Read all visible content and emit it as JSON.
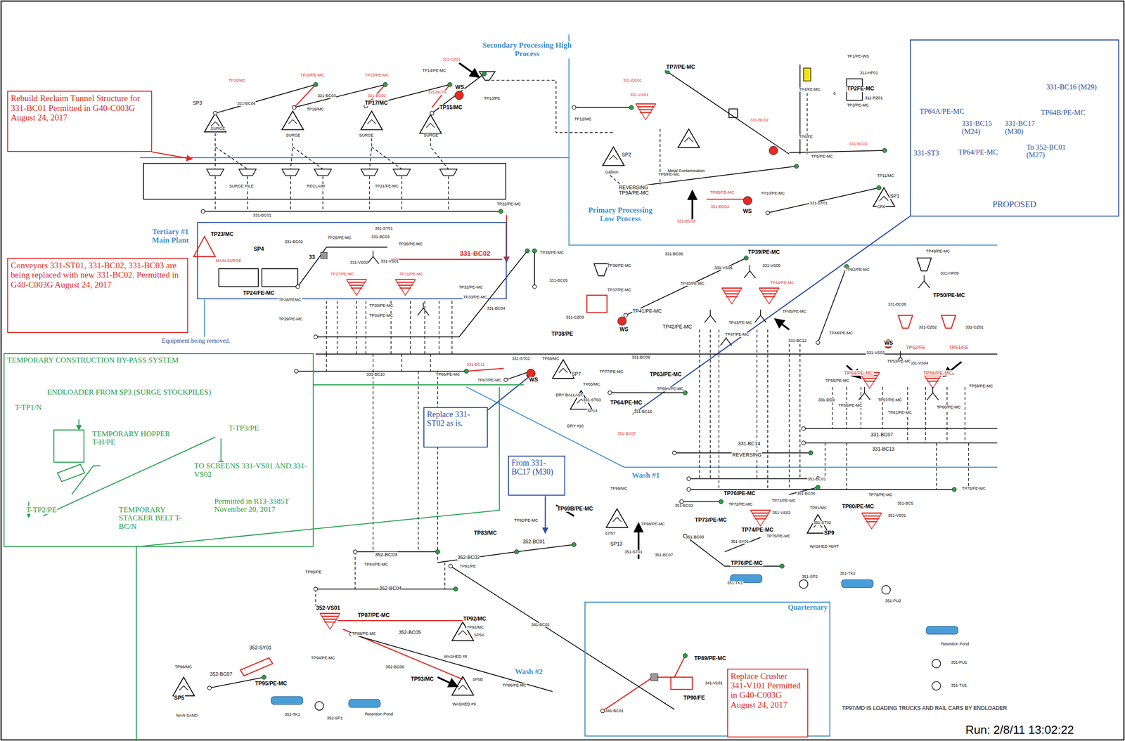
{
  "diagram": {
    "nodes": [
      {
        "text": [
          "Rebuild Reclaim Tunnel Structure for 331-BC01 Permitted in G40-C003G August 24, 2017"
        ]
      },
      {
        "text": [
          "Tertiary #1 Main Plant"
        ]
      },
      {
        "text": [
          "Conveyors 331-ST01, 331-BC02, 331-BC03 are being replaced with new 331-BC02. Permitted in G40-C003G August 24, 2017"
        ]
      },
      {
        "text": [
          "TEMPORARY CONSTRUCTION BY-PASS SYSTEM"
        ]
      },
      {
        "text": [
          "PROPOSED"
        ]
      },
      {
        "text": [
          "Replace 331-ST02 as is."
        ]
      },
      {
        "text": [
          "From 331-BC17 (M30)"
        ]
      },
      {
        "text": [
          "Quarternary"
        ]
      },
      {
        "text": [
          "Replace Crusher 341-V101 Permitted in G40-C003G August 24, 2017"
        ],
        "in": 7
      }
    ],
    "labels": [
      "Secondary Processing High Process",
      "SP3",
      "SURGE",
      "TP20/MC",
      "321-BC04",
      "TP18/PE-MC",
      "321-BC03",
      "TP19/MC",
      "SURGE",
      "TP16/PE-MC",
      "321-BC02",
      "TP17/MC",
      "SURGE",
      "TP14/PE-MC",
      "321-CZ01",
      "321-BC01",
      "WS",
      "TP15/MC",
      "TP13/PE",
      "SURGE",
      "SURGE PILE",
      "RECLAIM",
      "TP21/FE-MC",
      "331-BC01",
      "TP22/PE-MC",
      "TP7/PE-MC",
      "331-DG01",
      "331-VS01",
      "TP12/MC",
      "SP2",
      "Gabion",
      "Metal Contamination",
      "331-BC02",
      "TP8/FE-MC",
      "REVERSING TP9A/PE-MC",
      "TP9B/PE-MC",
      "331-BC04",
      "331-BC03",
      "WS",
      "TP10/PE-MC",
      "331-ST01",
      "SP1",
      "CR6",
      "TP11/MC",
      "331-BC01",
      "TP5/PE-MC",
      "TP6/FE",
      "TP4/FE-MC",
      "TP1/PE-WS",
      "311-HP01",
      "TP2FE-MC",
      "311-RZ01",
      "TP3/PE-MC",
      "6",
      "Primary Processing Low Process",
      "TP23/MC",
      "MAIN SURGE",
      "SP4",
      "331-BC02",
      "33",
      "TP24/FE-MC",
      "TP25/PE-MC",
      "331-ST01",
      "331-BC03",
      "TP26/PE-MC",
      "331-BC02",
      "TP27/PE-MC",
      "331-VS02",
      "331-VS01",
      "TP31/PE-MC",
      "TP28/PEMC",
      "TP29/PE-MC",
      "TP30/PE-MC",
      "TP34/FE-MC",
      "TP32/PE-MC",
      "TP33/PE-MC",
      "331-BC04",
      "TP35/PE-MC",
      "331-BC05",
      "Equipment being removed.",
      "331-BC10",
      "TP66/PE-MC",
      "331-BC11",
      "331-ST02",
      "TP67/PE-MC",
      "TP68/MC",
      "WS",
      "SP7",
      "DRY BALLAST",
      "TP36/PE-MC",
      "TP37/PE-MC",
      "331-CZ03",
      "TP38/PE",
      "WS",
      "331-BC06",
      "TP39/PE-MC",
      "331-VS06",
      "331-VS05",
      "TP40/PE-MC",
      "TP44/PE-MC",
      "TP41/PE-MC",
      "TP42/PE-MC",
      "TP43/FE-MC",
      "TP45/PE-MC",
      "TP47/PE-MC",
      "331-BC12",
      "TP48/PE-MC",
      "TP62/PE-MC",
      "331-BC08",
      "TP49/PE-MC",
      "331-HP09",
      "TP50/PE-MC",
      "331-CZ02",
      "331-CZ01",
      "WS",
      "TP52/FE",
      "TP51/FE",
      "331-VS03",
      "331-VS04",
      "TP53/PE-MC",
      "TP54/PE-MC",
      "TP58/PE-MC",
      "TP55/PE-MC",
      "TP59/PE-MC",
      "331-DG9",
      "TP56/PE-MC",
      "TP57/PE-MC",
      "TP61/PE-MC",
      "TP60/PE-MC",
      "331-BC07",
      "331-BC13",
      "331-BC09",
      "TP77/PE-MC",
      "TP63/PE-MC",
      "TP69A/PE-MC",
      "TP65/MC",
      "331-ST03",
      "SP14",
      "DRY #10",
      "TP64/PE-MC",
      "331-BC15",
      "351-BC07",
      "331-BC14",
      "REVERSING",
      "Wash #1",
      "351-BC01",
      "TP78/PE-MC",
      "351-BC04",
      "TP70/PE-MC",
      "TP71/PE-MC",
      "TP79/PE-MC",
      "351-BC5",
      "351-BC02",
      "TP72/PE-MC",
      "351-VS02",
      "TP80/PE-MC",
      "351-VS01",
      "TP81/MC",
      "TP73/PE-MC",
      "351-ST02",
      "351-BC03",
      "351-SY01",
      "TP74/PE-MC",
      "TP75/PE-MC",
      "SP9",
      "WASHED #6/#7",
      "TP76/PE-MC",
      "351-TK1",
      "351-SP2",
      "351-TK2",
      "351-PU2",
      "TP99/MC",
      "67/57",
      "SP13",
      "351-ST01",
      "TP98/PE-MC",
      "351-BC07",
      "TP69B/PE-MC",
      "TP92/PE-MC",
      "352-BC01",
      "TP83/MC",
      "352-BC03",
      "TP84/PE-MC",
      "352-BC02",
      "TP91/PE",
      "TP85/PE",
      "352-BC04",
      "352-VS01",
      "TP87/PE-MC",
      "TP88/PE-MC",
      "TP92/MC",
      "TP92/MC",
      "SP5A",
      "352-BC05",
      "WASHED #8",
      "341-BC02",
      "352-SY01",
      "TP94/PE-MC",
      "352-BC06",
      "TP93/MC",
      "SP5B",
      "TP86/PE-MC",
      "Wash #2",
      "WASHED #9",
      "TP96/MC",
      "352-BC07",
      "TP95/PE-MC",
      "SP5",
      "MAN SAND",
      "352-TK1",
      "352-SP1",
      "Retention Pond",
      "341-BC01",
      "TP89/PE-MC",
      "341-V101",
      "TP90/FE",
      "Retention Pond",
      "351-PU1",
      "351-TU1",
      "TP97/MD IS LOADING TRUCKS AND RAIL CARS BY ENDLOADER",
      "Run: 2/8/11 13:02:22",
      "ENDLOADER FROM SP3 (SURGE STOCKPILES)",
      "T-TP1/N",
      "TEMPORARY HOPPER T-H/PE",
      "T-TP3/PE",
      "TO SCREENS 331-VS01 AND 331-VS02",
      "T-TP2/PE",
      "TEMPORARY STACKER BELT T-BC/N",
      "Permitted in R13-3385T November 20, 2017",
      "331-BC16 (M29)",
      "TP64A/PE-MC",
      "331-BC15 (M24)",
      "331-BC17 (M30)",
      "TP64B/PE-MC",
      "331-ST3",
      "TP64/PE-MC",
      "To 352-BC01 (M27)"
    ]
  }
}
